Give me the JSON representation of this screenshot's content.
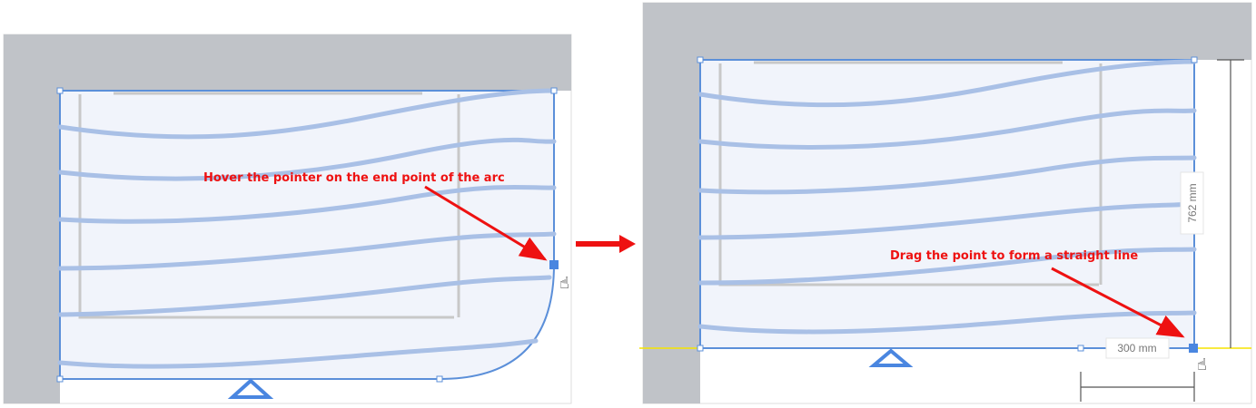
{
  "colors": {
    "wall": "#c0c3c8",
    "shape_fill": "#f1f4fb",
    "outline": "#5b8fd9",
    "grain": "#a9c0e6",
    "callout": "#ee1111",
    "guide": "#f5e400"
  },
  "left_panel": {
    "callout": "Hover the pointer on the end point of the arc",
    "cursor_icon": "hand-pointer-icon"
  },
  "transition_arrow_icon": "arrow-right-icon",
  "right_panel": {
    "callout": "Drag the point to form a straight line",
    "height_dimension": "762 mm",
    "width_dimension": "300 mm",
    "cursor_icon": "hand-pointer-icon"
  }
}
